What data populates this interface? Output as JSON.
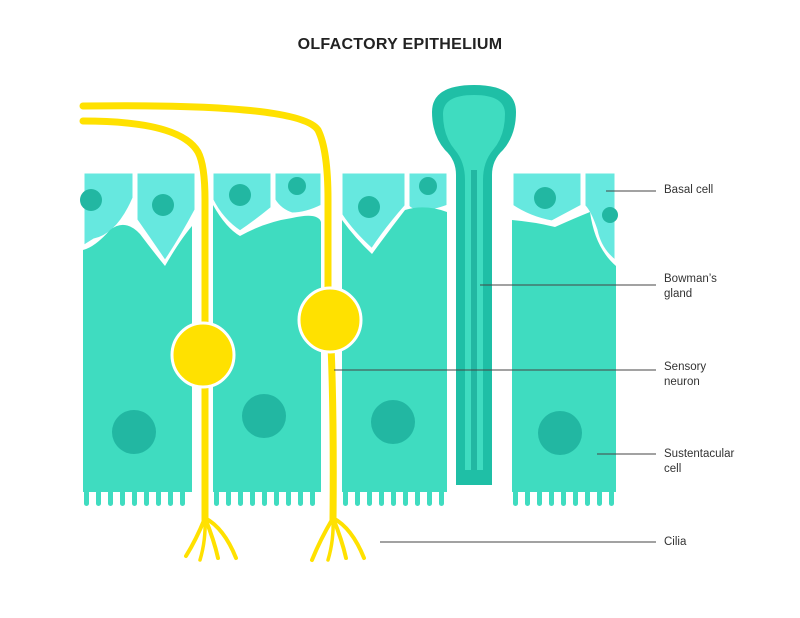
{
  "title": "OLFACTORY EPITHELIUM",
  "labels": {
    "basal_cell": "Basal cell",
    "bowmans_gland": [
      "Bowman’s",
      "gland"
    ],
    "sensory_neuron": [
      "Sensory",
      "neuron"
    ],
    "sustentacular_cell": [
      "Sustentacular",
      "cell"
    ],
    "cilia": "Cilia"
  },
  "colors": {
    "cell": "#3fdcc0",
    "cell_light": "#66e8df",
    "nucleus": "#22b7a2",
    "neuron": "#ffe100",
    "gland_dark": "#1fbfa6",
    "leader_line": "#444444"
  }
}
